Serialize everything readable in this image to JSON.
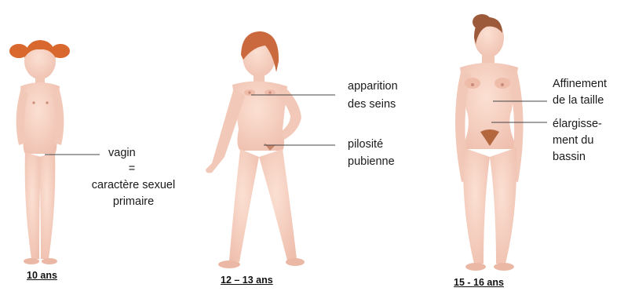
{
  "figures": [
    {
      "age": "10 ans"
    },
    {
      "age": "12 – 13 ans"
    },
    {
      "age": "15 - 16 ans"
    }
  ],
  "labels": {
    "vagin": "vagin",
    "equals": "=",
    "caractere_line1": "caractère sexuel",
    "caractere_line2": "primaire",
    "apparition_line1": "apparition",
    "apparition_line2": "des seins",
    "pilosite_line1": "pilosité",
    "pilosite_line2": "pubienne",
    "affinement_line1": "Affinement",
    "affinement_line2": "de la taille",
    "elargissement_line1": "élargisse-",
    "elargissement_line2": "ment du",
    "elargissement_line3": "bassin"
  },
  "colors": {
    "skin": "#f6d0c0",
    "skin_shadow": "#e9b4a2",
    "hair_child": "#d9682e",
    "hair_teen": "#c9693d",
    "hair_adult": "#9c5a3a",
    "leader_line": "#444444"
  }
}
